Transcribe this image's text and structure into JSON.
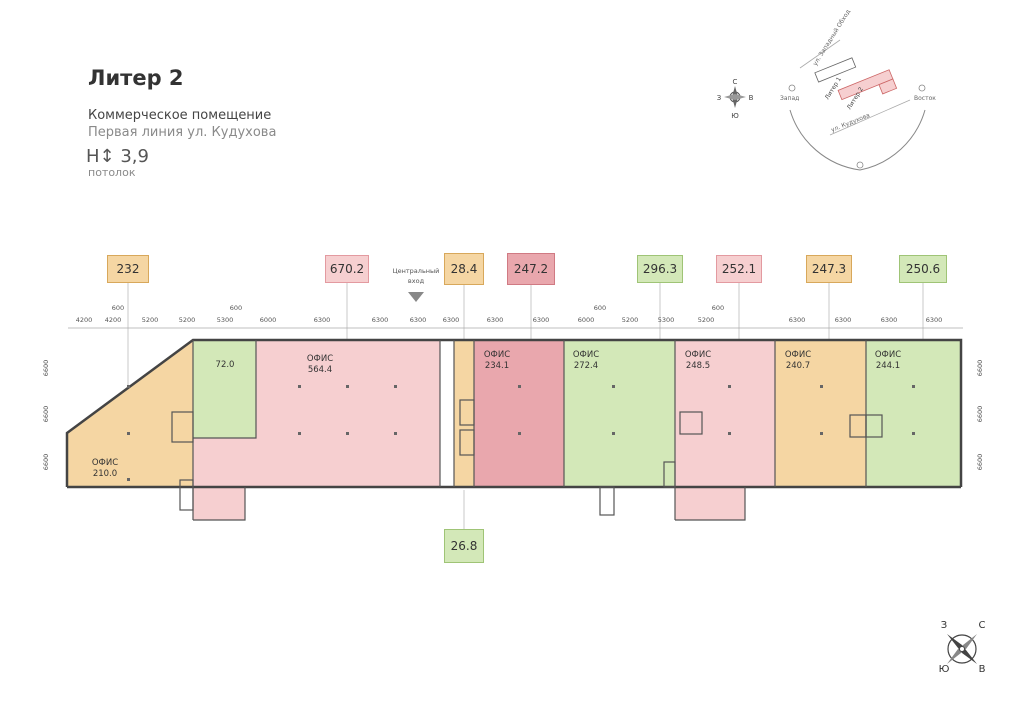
{
  "header": {
    "title": "Литер 2",
    "subtitle": "Коммерческое помещение",
    "subtitle2": "Первая линия ул. Кудухова",
    "height": "H↕ 3,9",
    "height_label": "потолок"
  },
  "area_tags": [
    {
      "value": "232",
      "color": "o"
    },
    {
      "value": "670.2",
      "color": "p"
    },
    {
      "value": "28.4",
      "color": "o"
    },
    {
      "value": "247.2",
      "color": "r"
    },
    {
      "value": "296.3",
      "color": "g"
    },
    {
      "value": "252.1",
      "color": "p"
    },
    {
      "value": "247.3",
      "color": "o"
    },
    {
      "value": "250.6",
      "color": "g"
    },
    {
      "value": "26.8",
      "color": "g"
    }
  ],
  "entrance_label": [
    "Центральный",
    "вход"
  ],
  "dims_top": [
    "4200",
    "4200",
    "5200",
    "5200",
    "5300",
    "6000",
    "6300",
    "6300",
    "6300",
    "6300",
    "6300",
    "6300",
    "6000",
    "5200",
    "5300",
    "5200",
    "6300",
    "6300",
    "6300",
    "6300"
  ],
  "dims_600": [
    "600",
    "600",
    "600",
    "600"
  ],
  "dims_side_left": [
    "6600",
    "6600",
    "6600"
  ],
  "dims_side_right": [
    "6600",
    "6600",
    "6600"
  ],
  "rooms": [
    {
      "label": "ОФИС",
      "area": "210.0"
    },
    {
      "label": "",
      "area": "72.0"
    },
    {
      "label": "ОФИС",
      "area": "564.4"
    },
    {
      "label": "ОФИС",
      "area": "234.1"
    },
    {
      "label": "ОФИС",
      "area": "272.4"
    },
    {
      "label": "ОФИС",
      "area": "248.5"
    },
    {
      "label": "ОФИС",
      "area": "240.7"
    },
    {
      "label": "ОФИС",
      "area": "244.1"
    }
  ],
  "keyplan": {
    "street_top": "ул. Западный Обход",
    "street_bottom": "ул. Кудухова",
    "liter1": "Литер 1",
    "liter2": "Литер 2",
    "west": "Запад",
    "east": "Восток"
  },
  "compass_small": {
    "n": "С",
    "s": "Ю",
    "w": "З",
    "e": "В"
  },
  "compass_big": {
    "n": "С",
    "s": "Ю",
    "w": "З",
    "e": "В"
  },
  "colors": {
    "orange": "#f5d6a3",
    "pink": "#f6cfd0",
    "red": "#e9a7ad",
    "green": "#d3e8b8",
    "wall": "#444444"
  }
}
